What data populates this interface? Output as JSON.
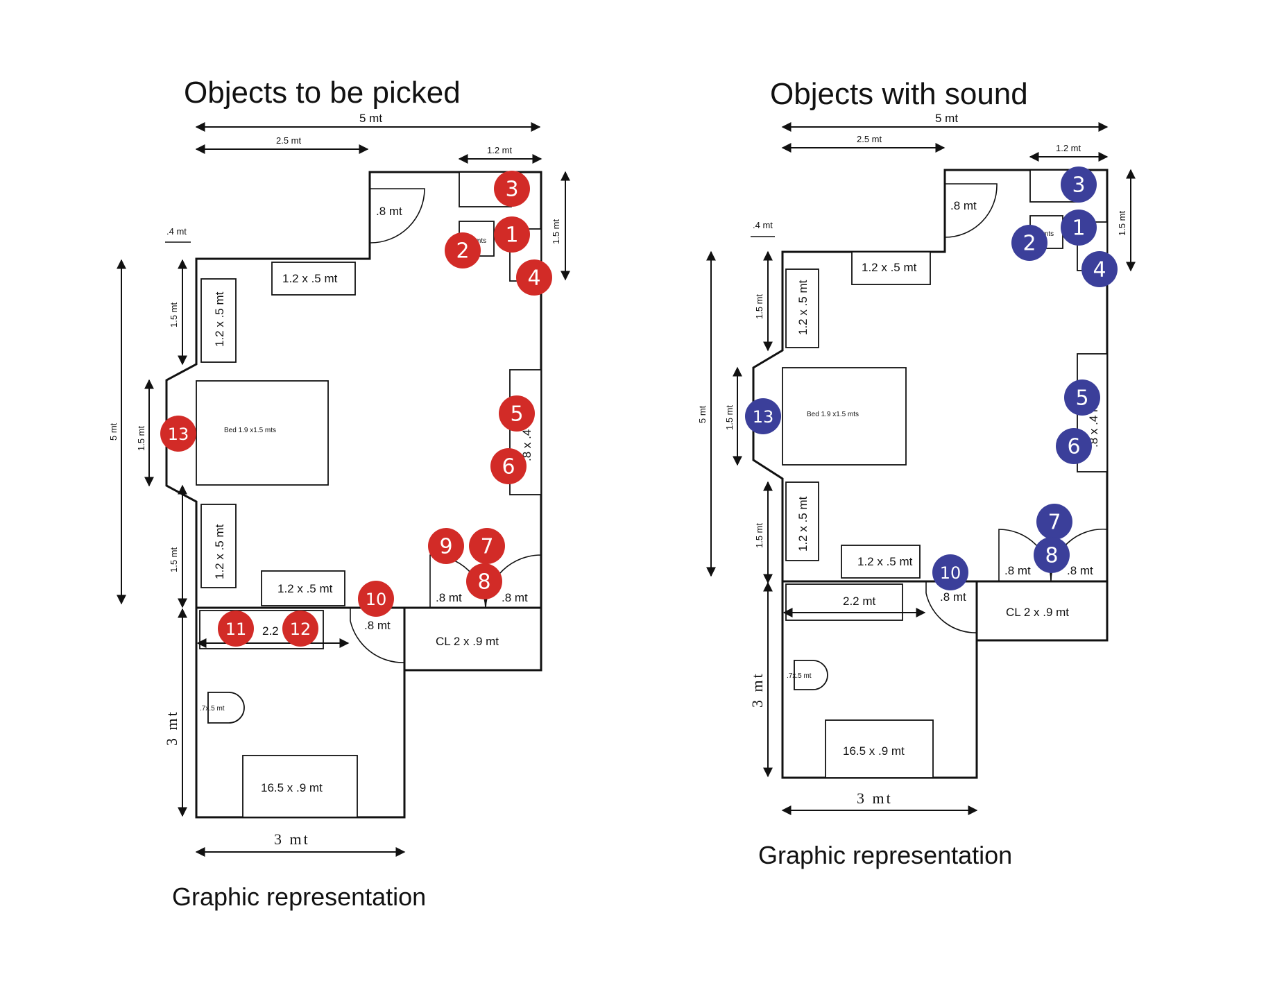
{
  "colors": {
    "picked": "#d22b27",
    "sound": "#3b3f9a"
  },
  "labels": {
    "total_width": "5 mt",
    "width_25": "2.5 mt",
    "width_12": "1.2 mt",
    "height_15": "1.5 mt",
    "depth_04": ".4 mt",
    "door_08": ".8 mt",
    "furniture_12x05": "1.2 x .5 mt",
    "bed": "Bed 1.9 x1.5 mts",
    "closet": "CL  2 x .9 mt",
    "bath_width": "3  mt",
    "bath_height": "3 mt",
    "toilet": ".7x.5 mt",
    "tub": "16.5  x .9 mt",
    "bath_counter": "2.2 mt",
    "bath_counter_short": "2.2",
    "wardrobe": ".8 x .4 mt",
    "nightstand": "mts",
    "room_height": "5 mt"
  },
  "panels": [
    {
      "title": "Objects to be picked",
      "caption": "Graphic representation",
      "marker_color_key": "picked",
      "markers": [
        "1",
        "2",
        "3",
        "4",
        "5",
        "6",
        "7",
        "8",
        "9",
        "10",
        "11",
        "12",
        "13"
      ]
    },
    {
      "title": "Objects with sound",
      "caption": "Graphic representation",
      "marker_color_key": "sound",
      "markers": [
        "1",
        "2",
        "3",
        "4",
        "5",
        "6",
        "7",
        "8",
        "10",
        "13"
      ]
    }
  ]
}
